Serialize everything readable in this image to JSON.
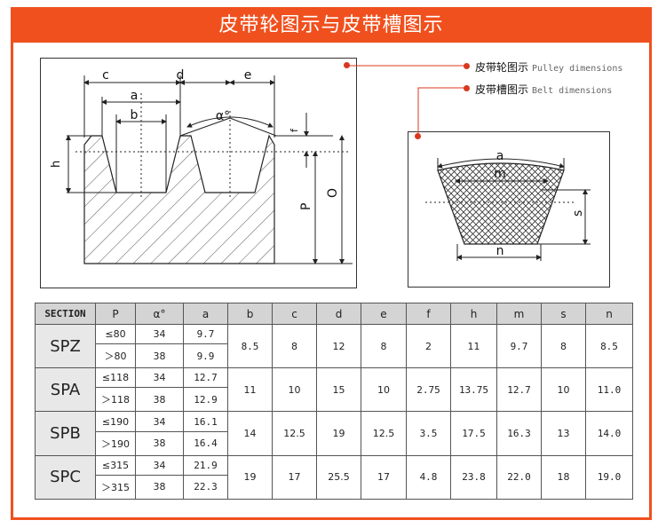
{
  "title": "皮带轮图示与皮带槽图示",
  "pulley_label": {
    "zh": "皮带轮图示",
    "en": "Pulley dimensions"
  },
  "belt_label": {
    "zh": "皮带槽图示",
    "en": "Belt dimensions"
  },
  "pulley_dims": {
    "c": "c",
    "d": "d",
    "e": "e",
    "a": "a",
    "b": "b",
    "alpha": "α°",
    "f": "f",
    "h": "h",
    "p": "P",
    "o": "O"
  },
  "belt_dims": {
    "a": "a",
    "m": "m",
    "s": "s",
    "n": "n"
  },
  "table": {
    "headers": [
      "SECTION",
      "P",
      "α°",
      "a",
      "b",
      "c",
      "d",
      "e",
      "f",
      "h",
      "m",
      "s",
      "n"
    ],
    "groups": [
      {
        "section": "SPZ",
        "rows": [
          {
            "p": "≤80",
            "alpha": "34",
            "a": "9.7"
          },
          {
            "p": "＞80",
            "alpha": "38",
            "a": "9.9"
          }
        ],
        "b": "8.5",
        "c": "8",
        "d": "12",
        "e": "8",
        "f": "2",
        "h": "11",
        "m": "9.7",
        "s": "8",
        "n": "8.5"
      },
      {
        "section": "SPA",
        "rows": [
          {
            "p": "≤118",
            "alpha": "34",
            "a": "12.7"
          },
          {
            "p": "＞118",
            "alpha": "38",
            "a": "12.9"
          }
        ],
        "b": "11",
        "c": "10",
        "d": "15",
        "e": "10",
        "f": "2.75",
        "h": "13.75",
        "m": "12.7",
        "s": "10",
        "n": "11.0"
      },
      {
        "section": "SPB",
        "rows": [
          {
            "p": "≤190",
            "alpha": "34",
            "a": "16.1"
          },
          {
            "p": "＞190",
            "alpha": "38",
            "a": "16.4"
          }
        ],
        "b": "14",
        "c": "12.5",
        "d": "19",
        "e": "12.5",
        "f": "3.5",
        "h": "17.5",
        "m": "16.3",
        "s": "13",
        "n": "14.0"
      },
      {
        "section": "SPC",
        "rows": [
          {
            "p": "≤315",
            "alpha": "34",
            "a": "21.9"
          },
          {
            "p": "＞315",
            "alpha": "38",
            "a": "22.3"
          }
        ],
        "b": "19",
        "c": "17",
        "d": "25.5",
        "e": "17",
        "f": "4.8",
        "h": "23.8",
        "m": "22.0",
        "s": "18",
        "n": "19.0"
      }
    ]
  }
}
